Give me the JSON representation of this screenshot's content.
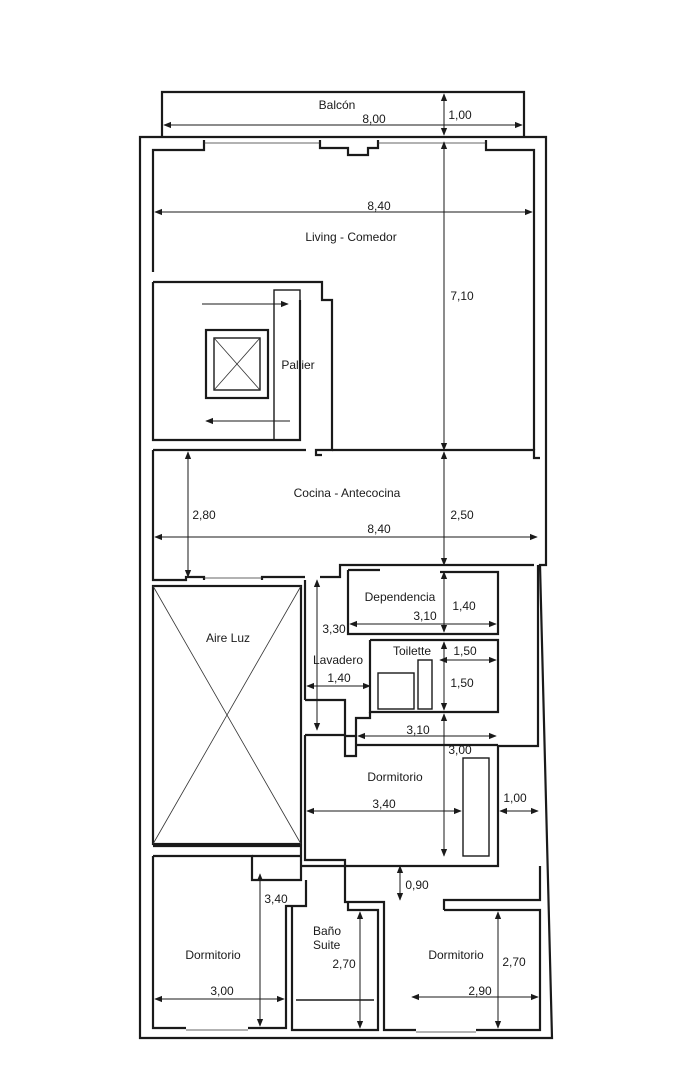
{
  "rooms": {
    "balcon": "Balcón",
    "living": "Living - Comedor",
    "pallier": "Pallier",
    "cocina": "Cocina - Antecocina",
    "aire_luz": "Aire Luz",
    "dependencia": "Dependencia",
    "lavadero": "Lavadero",
    "toilette": "Toilette",
    "dormitorio_centro": "Dormitorio",
    "dormitorio_izq": "Dormitorio",
    "bano_suite_1": "Baño",
    "bano_suite_2": "Suite",
    "dormitorio_der": "Dormitorio"
  },
  "dimensions": {
    "balcon_ancho": "8,00",
    "balcon_prof": "1,00",
    "living_ancho": "8,40",
    "living_prof": "7,10",
    "cocina_izq": "2,80",
    "cocina_prof": "2,50",
    "cocina_ancho": "8,40",
    "lavadero_alto": "3,30",
    "lavadero_ancho": "1,40",
    "dependencia_ancho": "3,10",
    "dependencia_prof": "1,40",
    "toilette_ancho": "1,50",
    "toilette_prof": "1,50",
    "pasillo_ancho": "3,10",
    "dorm_centro_prof": "3,00",
    "dorm_centro_ancho": "3,40",
    "lateral": "1,00",
    "pasillo_prof": "0,90",
    "dorm_izq_prof": "3,40",
    "dorm_izq_ancho": "3,00",
    "bano_prof": "2,70",
    "dorm_der_prof": "2,70",
    "dorm_der_ancho": "2,90"
  }
}
